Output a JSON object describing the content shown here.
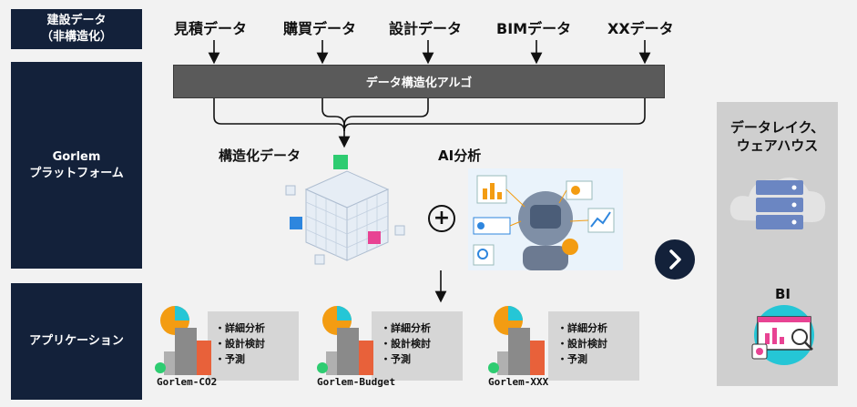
{
  "left_labels": {
    "construction_data": "建設データ\n（非構造化）",
    "platform": "Gorlem\nプラットフォーム",
    "applications": "アプリケーション"
  },
  "sources": [
    "見積データ",
    "購買データ",
    "設計データ",
    "BIMデータ",
    "XXデータ"
  ],
  "algo_label": "データ構造化アルゴ",
  "structured_label": "構造化データ",
  "ai_label": "AI分析",
  "plus_symbol": "+",
  "lake_title": "データレイク、\nウェアハウス",
  "bi_label": "BI",
  "apps": [
    {
      "name": "Gorlem-CO2",
      "features": [
        "・詳細分析",
        "・設計検討",
        "・予測"
      ]
    },
    {
      "name": "Gorlem-Budget",
      "features": [
        "・詳細分析",
        "・設計検討",
        "・予測"
      ]
    },
    {
      "name": "Gorlem-XXX",
      "features": [
        "・詳細分析",
        "・設計検討",
        "・予測"
      ]
    }
  ],
  "colors": {
    "navy": "#13213a",
    "algo_bar": "#5a5a5a",
    "card": "#d6d6d6",
    "lake": "#cfcfcf",
    "accent_green": "#2ecc71",
    "accent_blue": "#2e86de",
    "accent_pink": "#e84393",
    "accent_orange": "#f39c12"
  }
}
